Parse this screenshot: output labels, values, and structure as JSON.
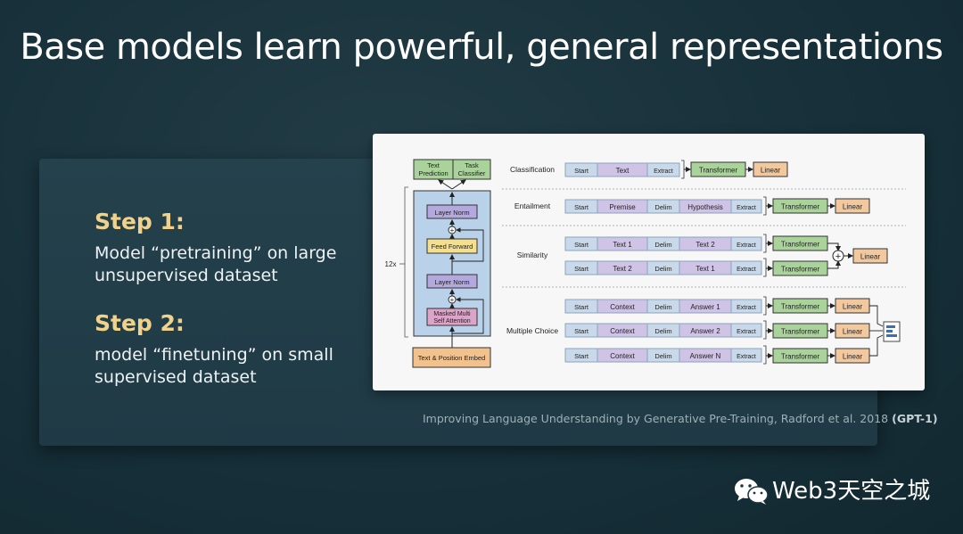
{
  "slide": {
    "title": "Base models learn powerful, general representations"
  },
  "steps": [
    {
      "title": "Step 1:",
      "line1": "Model “pretraining” on large",
      "line2": "unsupervised dataset"
    },
    {
      "title": "Step 2:",
      "line1": "model “finetuning” on small",
      "line2": "supervised dataset"
    }
  ],
  "citation": {
    "text": "Improving Language Understanding by Generative Pre-Training, Radford et al. 2018",
    "bold": "(GPT-1)"
  },
  "watermark": {
    "text": "Web3天空之城"
  },
  "figure": {
    "architecture": {
      "head_left_1": "Text",
      "head_left_2": "Prediction",
      "head_right_1": "Task",
      "head_right_2": "Classifier",
      "layer_norm_top": "Layer Norm",
      "feed_forward": "Feed Forward",
      "layer_norm_bottom": "Layer Norm",
      "attention_1": "Masked Multi",
      "attention_2": "Self Attention",
      "embed": "Text & Position Embed",
      "repeat": "12x"
    },
    "tasks": {
      "classification": "Classification",
      "entailment": "Entailment",
      "similarity": "Similarity",
      "multiple_choice": "Multiple Choice"
    },
    "tokens": {
      "start": "Start",
      "text": "Text",
      "extract": "Extract",
      "delim": "Delim",
      "premise": "Premise",
      "hypothesis": "Hypothesis",
      "text1": "Text 1",
      "text2": "Text 2",
      "context": "Context",
      "answer1": "Answer 1",
      "answer2": "Answer 2",
      "answerN": "Answer N"
    },
    "modules": {
      "transformer": "Transformer",
      "linear": "Linear",
      "plus": "+"
    },
    "colors": {
      "token_fill": "#c9d9ea",
      "token_stroke": "#8aa3c0",
      "text_fill": "#cfc3e6",
      "transformer_fill": "#a9d39a",
      "linear_fill": "#f2c89e",
      "block_fill": "#b9d2ea",
      "norm_fill": "#b4a9de",
      "ff_fill": "#f4df8f",
      "attn_fill": "#dba4c8",
      "embed_fill": "#f2c28e"
    }
  }
}
